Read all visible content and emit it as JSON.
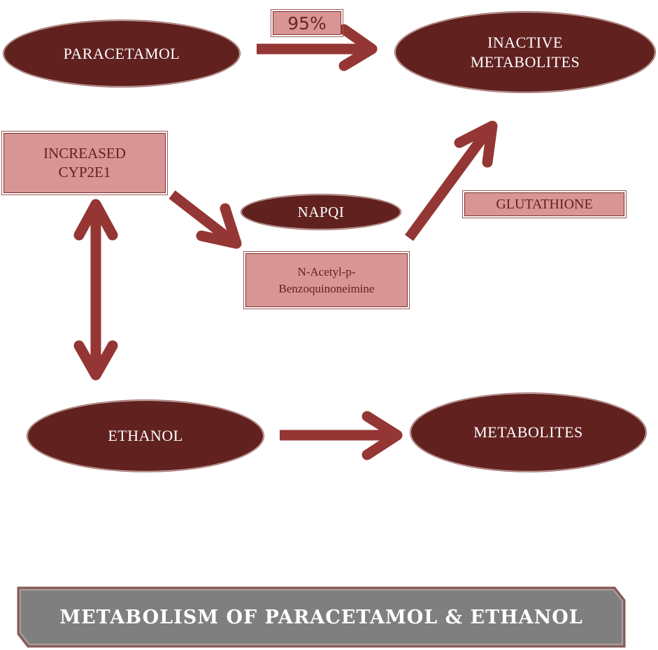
{
  "title": "METABOLISM OF PARACETAMOL & ETHANOL",
  "nodes": {
    "paracetamol": "PARACETAMOL",
    "inactive_metabolites_line1": "INACTIVE",
    "inactive_metabolites_line2": "METABOLITES",
    "increased_cyp_line1": "INCREASED",
    "increased_cyp_line2": "CYP2E1",
    "napqi": "NAPQI",
    "napqi_full_line1": "N-Acetyl-p-",
    "napqi_full_line2": "Benzoquinoneimine",
    "glutathione": "GLUTATHIONE",
    "ethanol": "ETHANOL",
    "metabolites": "METABOLITES"
  },
  "labels": {
    "percent": "95%"
  },
  "colors": {
    "ellipse_fill": "#61211f",
    "box_fill": "#d99594",
    "box_text": "#61211f",
    "arrow": "#943634",
    "banner_fill": "#7f7f7f"
  }
}
